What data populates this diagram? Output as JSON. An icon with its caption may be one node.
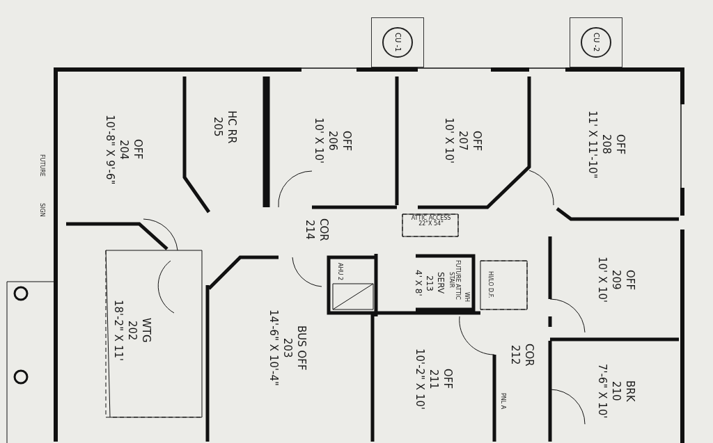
{
  "diagram": {
    "nodes": [
      {
        "text": [
          "CU -1"
        ]
      },
      {
        "text": [
          "CU -2"
        ]
      },
      {
        "text": [
          "OFF",
          "204",
          "10'-8\" X 9'-6\""
        ]
      },
      {
        "text": [
          "HC RR",
          "205"
        ]
      },
      {
        "text": [
          "OFF",
          "206",
          "10' X 10'"
        ]
      },
      {
        "text": [
          "OFF",
          "207",
          "10' X 10'"
        ]
      },
      {
        "text": [
          "OFF",
          "208",
          "11' X 11'-10\""
        ]
      },
      {
        "text": [
          "COR",
          "214"
        ]
      },
      {
        "text": [
          "WTG",
          "202",
          "18'-2\" X 11'"
        ]
      },
      {
        "text": [
          "BUS OFF",
          "203",
          "14'-6\" X 10'-4\""
        ]
      },
      {
        "text": [
          "SERV",
          "213",
          "4' X 8'"
        ]
      },
      {
        "text": [
          "OFF",
          "209",
          "10' X 10'"
        ]
      },
      {
        "text": [
          "COR",
          "212"
        ]
      },
      {
        "text": [
          "OFF",
          "211",
          "10'-2\" X 10'"
        ]
      },
      {
        "text": [
          "BRK",
          "210",
          "7'-6\" X 10'"
        ]
      }
    ],
    "labels": [
      "FUTURE",
      "SIGN",
      "ATTIC ACCESS 22\"X 54\"",
      "AHU 2",
      "FUTURE ATTIC STAIR",
      "WH",
      "HI/LO D.F.",
      "PNL A"
    ]
  }
}
